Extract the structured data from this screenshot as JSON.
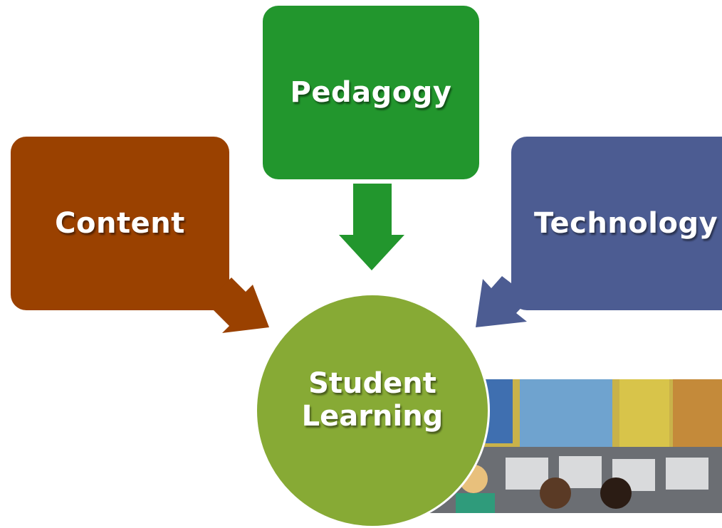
{
  "nodes": {
    "content": {
      "label": "Content",
      "color": "#9a4100"
    },
    "pedagogy": {
      "label": "Pedagogy",
      "color": "#22962d"
    },
    "technology": {
      "label": "Technology",
      "color": "#4c5c92"
    },
    "student_learning": {
      "line1": "Student",
      "line2": "Learning",
      "color": "#87aa35"
    }
  },
  "arrows": [
    {
      "from": "content",
      "to": "student_learning",
      "color": "#9a4100"
    },
    {
      "from": "pedagogy",
      "to": "student_learning",
      "color": "#22962d"
    },
    {
      "from": "technology",
      "to": "student_learning",
      "color": "#4c5c92"
    }
  ],
  "photo": {
    "subject": "classroom-computer-lab"
  }
}
